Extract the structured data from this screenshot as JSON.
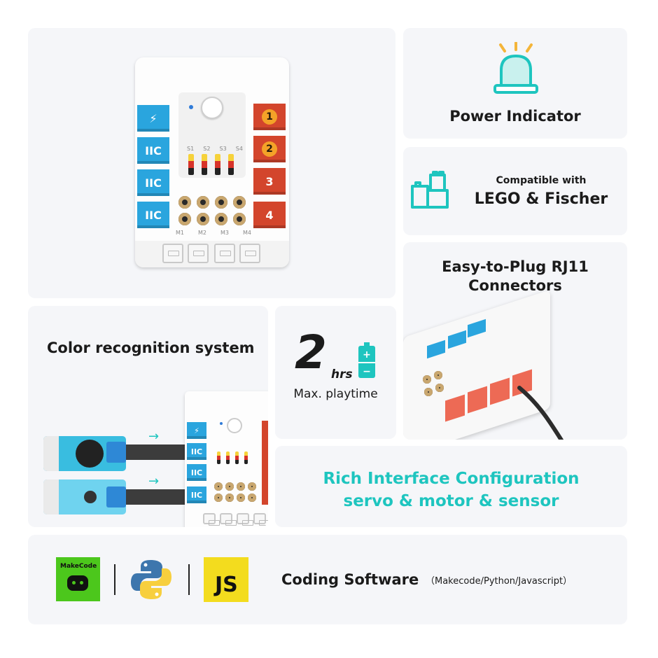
{
  "top_board": {
    "left_ports": [
      "⚡",
      "IIC",
      "IIC",
      "IIC"
    ],
    "right_ports": [
      "1",
      "2",
      "3",
      "4"
    ],
    "servo_labels": [
      "S1",
      "S2",
      "S3",
      "S4"
    ],
    "motor_labels": [
      "M1",
      "M2",
      "M3",
      "M4"
    ]
  },
  "power": {
    "title": "Power Indicator"
  },
  "lego": {
    "subtitle": "Compatible with",
    "title": "LEGO & Fischer"
  },
  "rj11": {
    "title_line1": "Easy-to-Plug RJ11",
    "title_line2": "Connectors"
  },
  "color": {
    "title": "Color recognition system"
  },
  "battery": {
    "number": "2",
    "unit": "hrs",
    "caption": "Max. playtime"
  },
  "rich": {
    "line1": "Rich Interface Configuration",
    "line2": "servo & motor & sensor"
  },
  "coding": {
    "makecode_label": "MakeCode",
    "js_label": "JS",
    "title": "Coding Software",
    "subtitle": "（Makecode/Python/Javascript）"
  },
  "colors": {
    "teal": "#1ec5bf",
    "port_blue": "#2aa5de",
    "port_red": "#d3452c",
    "js_yellow": "#f3dc1e",
    "makecode_green": "#4cc71c"
  }
}
